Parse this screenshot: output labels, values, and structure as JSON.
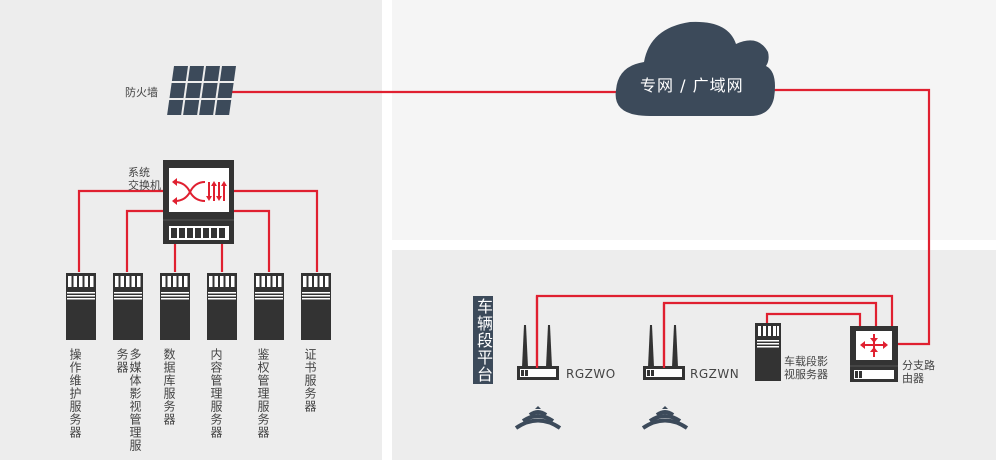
{
  "colors": {
    "link": "#e02030",
    "device_dark": "#333333",
    "cloud": "#3c4a5a",
    "panel_light": "#ededed",
    "panel_lighter": "#f5f5f5"
  },
  "internet": {
    "cloud_label": "专网 / 广域网",
    "icon": "cloud-icon"
  },
  "firewall": {
    "label": "防火墙",
    "icon": "firewall-grid-icon"
  },
  "core_switch": {
    "label_line1": "系统",
    "label_line2": "交换机",
    "icon": "switch-icon"
  },
  "servers": [
    {
      "label": "操作维护服务器",
      "col1": "操作维护",
      "col2": "服务器"
    },
    {
      "label": "多媒体影视管理服务器",
      "col1": "多媒体影视",
      "col2": "管理服务器"
    },
    {
      "label": "数据库服务器",
      "col1": "数据库",
      "col2": "服务器"
    },
    {
      "label": "内容管理服务器",
      "col1": "内容管理",
      "col2": "服务器"
    },
    {
      "label": "鉴权管理服务器",
      "col1": "鉴权管理",
      "col2": "服务器"
    },
    {
      "label": "证书服务器",
      "col1": "证书",
      "col2": "服务器"
    }
  ],
  "depot": {
    "platform_label": "车辆段平台",
    "access_points": [
      {
        "label": "RGZWO",
        "icon": "wireless-router-icon"
      },
      {
        "label": "RGZWN",
        "icon": "wireless-router-icon"
      }
    ],
    "video_server": {
      "label_line1": "车载段影",
      "label_line2": "视服务器"
    },
    "branch_router": {
      "label_line1": "分支路",
      "label_line2": "由器"
    }
  }
}
